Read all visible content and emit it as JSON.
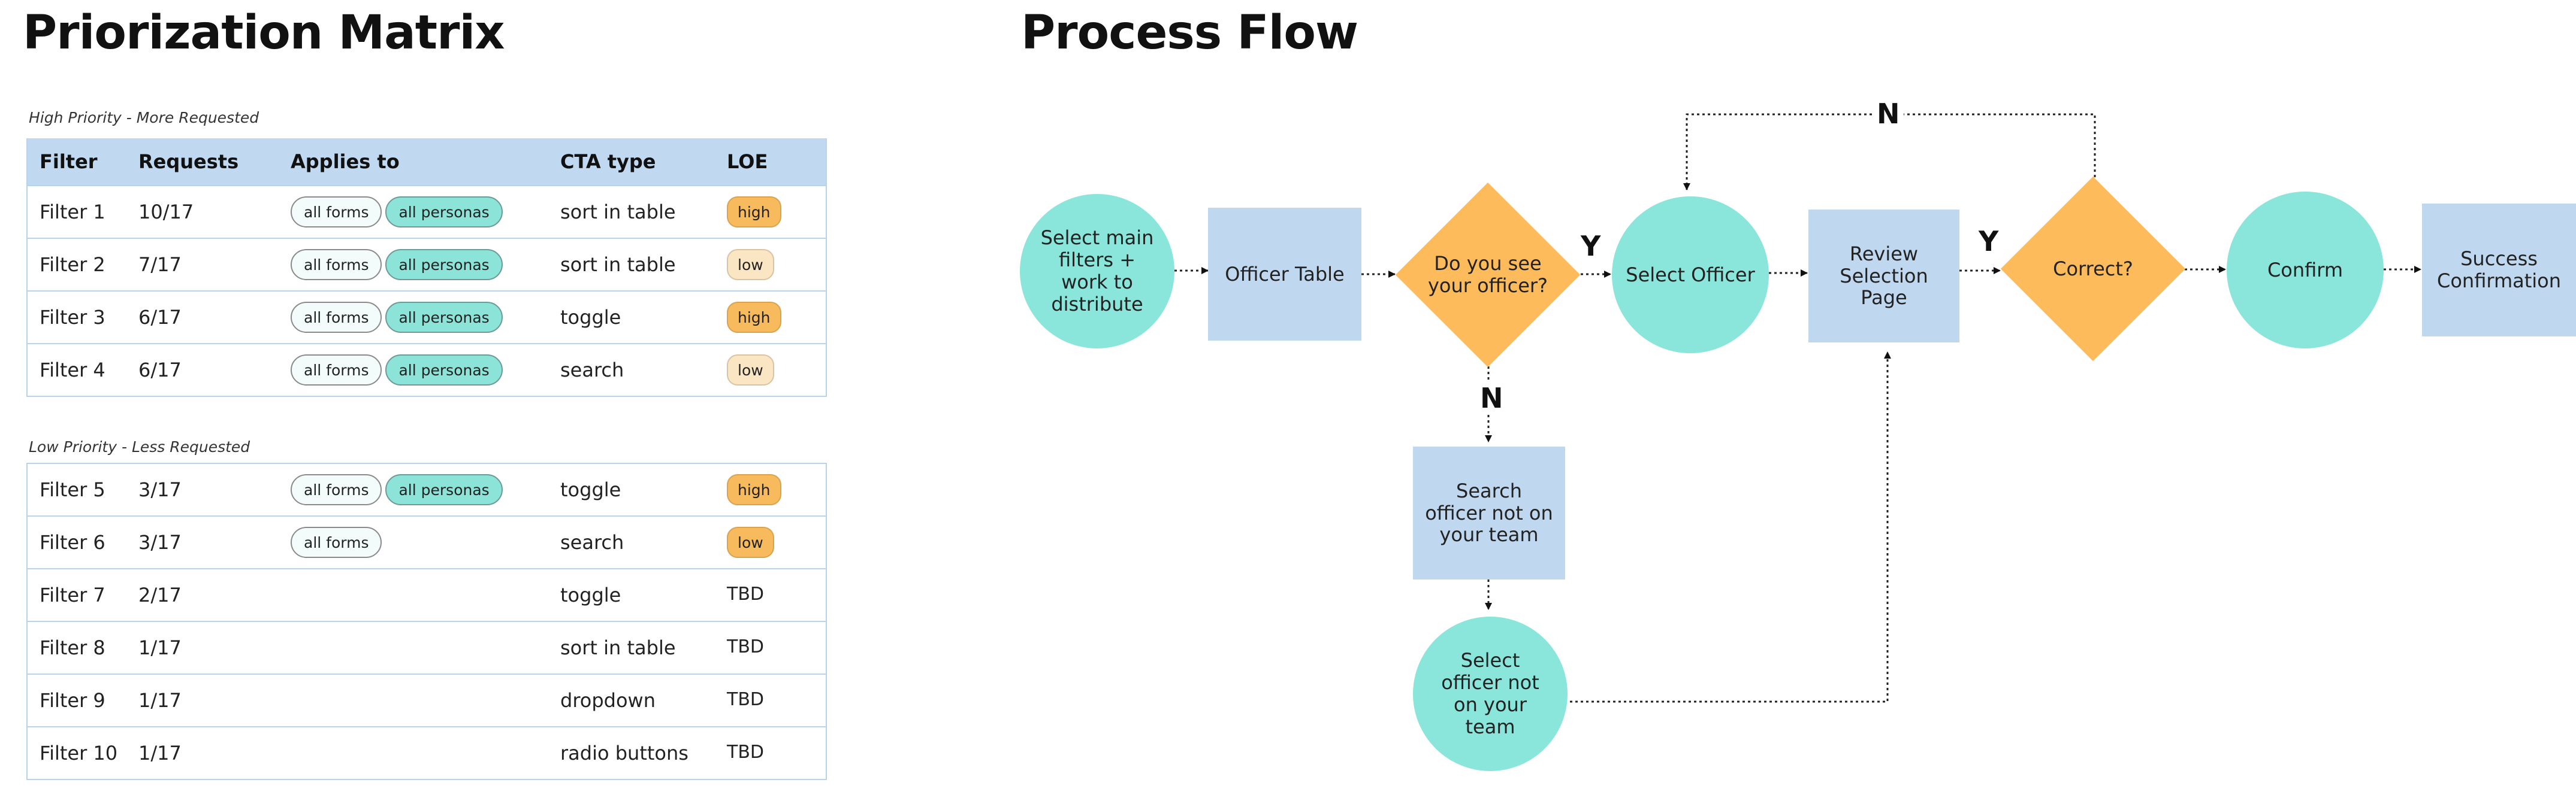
{
  "matrix": {
    "title": "Priorization Matrix",
    "high_caption": "High Priority - More Requested",
    "low_caption": "Low Priority - Less Requested",
    "headers": [
      "Filter",
      "Requests",
      "Applies to",
      "CTA type",
      "LOE"
    ],
    "high_rows": [
      {
        "filter": "Filter 1",
        "requests": "10/17",
        "forms": "all forms",
        "personas": "all personas",
        "cta": "sort in table",
        "loe": "high"
      },
      {
        "filter": "Filter 2",
        "requests": "7/17",
        "forms": "all forms",
        "personas": "all personas",
        "cta": "sort in table",
        "loe": "low"
      },
      {
        "filter": "Filter 3",
        "requests": "6/17",
        "forms": "all forms",
        "personas": "all personas",
        "cta": "toggle",
        "loe": "high"
      },
      {
        "filter": "Filter 4",
        "requests": "6/17",
        "forms": "all forms",
        "personas": "all personas",
        "cta": "search",
        "loe": "low"
      }
    ],
    "low_rows": [
      {
        "filter": "Filter 5",
        "requests": "3/17",
        "forms": "all forms",
        "personas": "all personas",
        "cta": "toggle",
        "loe": "high"
      },
      {
        "filter": "Filter 6",
        "requests": "3/17",
        "forms": "all forms",
        "personas": "",
        "cta": "search",
        "loe": "low"
      },
      {
        "filter": "Filter 7",
        "requests": "2/17",
        "forms": "",
        "personas": "",
        "cta": "toggle",
        "loe": "TBD"
      },
      {
        "filter": "Filter 8",
        "requests": "1/17",
        "forms": "",
        "personas": "",
        "cta": "sort in table",
        "loe": "TBD"
      },
      {
        "filter": "Filter 9",
        "requests": "1/17",
        "forms": "",
        "personas": "",
        "cta": "dropdown",
        "loe": "TBD"
      },
      {
        "filter": "Filter 10",
        "requests": "1/17",
        "forms": "",
        "personas": "",
        "cta": "radio buttons",
        "loe": "TBD"
      }
    ]
  },
  "flow": {
    "title": "Process Flow",
    "nodes": {
      "start": "Select main filters + work to distribute",
      "officer_table": "Officer Table",
      "see_officer": "Do you see your officer?",
      "select_officer": "Select Officer",
      "review": "Review Selection Page",
      "correct": "Correct?",
      "confirm": "Confirm",
      "success": "Success Confirmation",
      "search_officer": "Search officer not on your team",
      "select_other": "Select officer not on your team"
    },
    "labels": {
      "yes_1": "Y",
      "yes_2": "Y",
      "no_top": "N",
      "no_down": "N"
    }
  },
  "colors": {
    "circle": "#8ae6da",
    "rect": "#bfd8f0",
    "diamond": "#fdbb5b",
    "header": "#c1d9f0",
    "pill_personas": "#8ce3d8",
    "loe_high": "#f7bb5e",
    "loe_low": "#fbe6c4"
  }
}
